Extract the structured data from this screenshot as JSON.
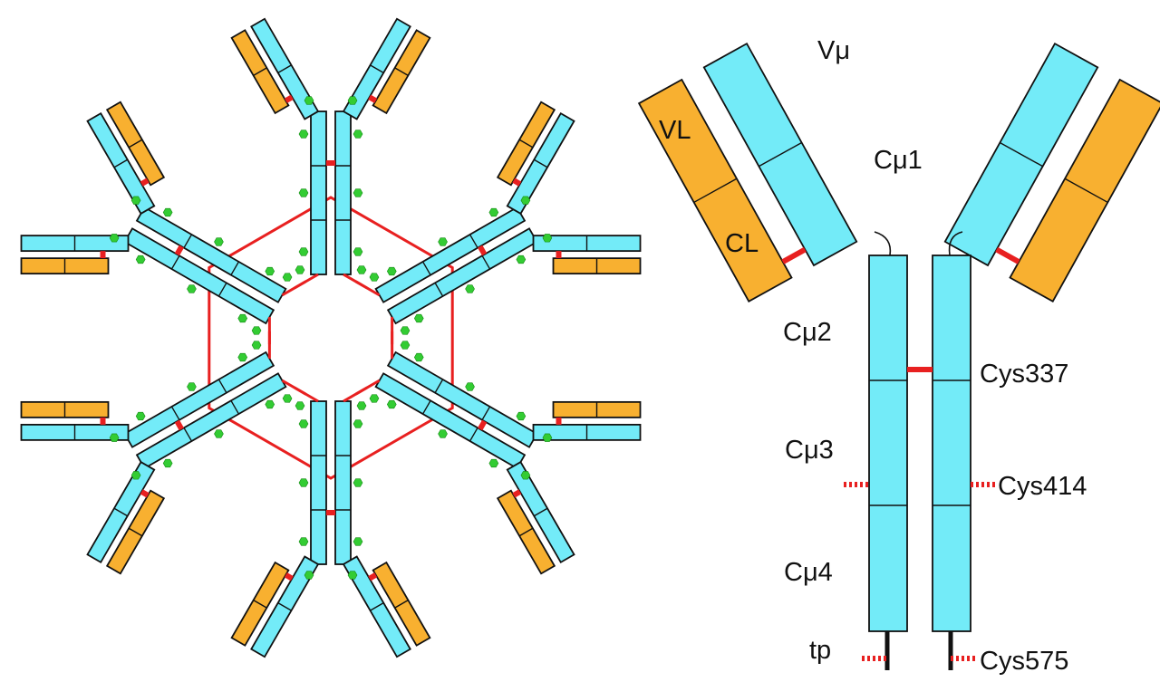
{
  "labels": {
    "v_mu": "Vμ",
    "vl": "VL",
    "c_mu1": "Cμ1",
    "cl": "CL",
    "c_mu2": "Cμ2",
    "cys337": "Cys337",
    "c_mu3": "Cμ3",
    "cys414": "Cys414",
    "c_mu4": "Cμ4",
    "tp": "tp",
    "cys575": "Cys575"
  },
  "colors": {
    "heavy_chain": "#73ebf8",
    "light_chain": "#f8b030",
    "disulfide_bond": "#e82020",
    "glycan": "#33cc33",
    "outline": "#111111"
  },
  "structure": {
    "left": "IgM pentamer/hexamer ring: 6 monomers arranged radially, linked by disulfide bonds, glycans shown as green hexagons",
    "right": "Single IgM monomer: two heavy chains (Vμ, Cμ1–Cμ4, tailpiece) and two light chains (VL, CL)"
  }
}
